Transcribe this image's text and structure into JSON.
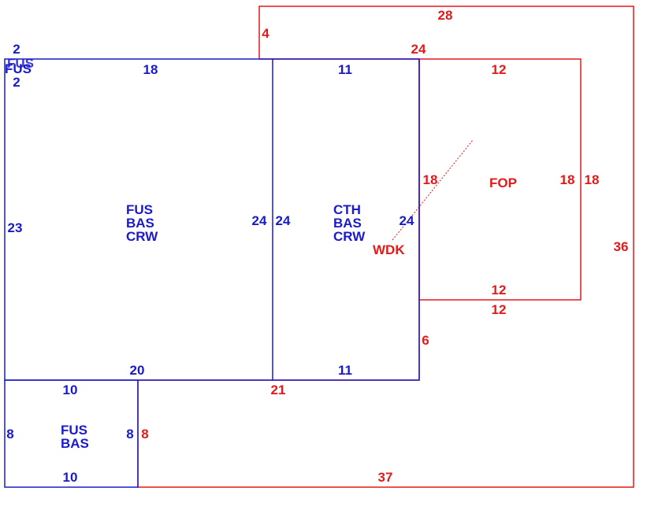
{
  "colors": {
    "building": "#1a1acc",
    "deck": "#e21a1a"
  },
  "sections": [
    {
      "id": "main",
      "lines": [
        "FUS",
        "BAS",
        "CRW"
      ]
    },
    {
      "id": "cth",
      "lines": [
        "CTH",
        "BAS",
        "CRW"
      ]
    },
    {
      "id": "small",
      "lines": [
        "FUS",
        "BAS"
      ]
    },
    {
      "id": "fop",
      "lines": [
        "FOP"
      ]
    },
    {
      "id": "wdk",
      "lines": [
        "WDK"
      ]
    }
  ],
  "dimensions": {
    "building": [
      "2",
      "2",
      "18",
      "11",
      "23",
      "24",
      "24",
      "24",
      "20",
      "11",
      "10",
      "8",
      "8",
      "10"
    ],
    "deck": [
      "28",
      "4",
      "24",
      "12",
      "18",
      "18",
      "18",
      "36",
      "12",
      "12",
      "6",
      "21",
      "8",
      "37"
    ]
  },
  "corner_tag": "FUS"
}
